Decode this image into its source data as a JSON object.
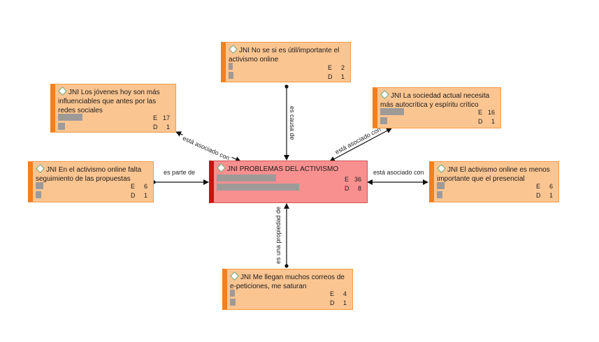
{
  "nodes": {
    "central": {
      "prefix": "JNI",
      "title": "PROBLEMAS DEL ACTIVISMO ONLINE",
      "e": "36",
      "d": "8",
      "e_fill": 0.72,
      "d_fill": 1.0
    },
    "top": {
      "prefix": "JNI",
      "title": "No se si es útil/importante el activismo online",
      "e": "2",
      "d": "1",
      "e_fill": 0.02,
      "d_fill": 0.06
    },
    "upper_left": {
      "prefix": "JNI",
      "title": "Los jóvenes hoy son más influenciables que antes por las redes sociales",
      "e": "17",
      "d": "1",
      "e_fill": 0.22,
      "d_fill": 0.06
    },
    "upper_right": {
      "prefix": "JNI",
      "title": "La sociedad actual necesita más autocrítica y espíritu crítico",
      "e": "16",
      "d": "1",
      "e_fill": 0.21,
      "d_fill": 0.06
    },
    "left": {
      "prefix": "JNI",
      "title": "En el activismo online falta seguimiento de las propuestas",
      "e": "6",
      "d": "1",
      "e_fill": 0.08,
      "d_fill": 0.06
    },
    "right": {
      "prefix": "JNI",
      "title": "El activismo online es menos importante que el presencial",
      "e": "6",
      "d": "1",
      "e_fill": 0.08,
      "d_fill": 0.06
    },
    "bottom": {
      "prefix": "JNI",
      "title": "Me llegan muchos correos de e-peticiones, me saturan",
      "e": "4",
      "d": "1",
      "e_fill": 0.05,
      "d_fill": 0.06
    }
  },
  "stat_labels": {
    "e": "E",
    "d": "D"
  },
  "relations": {
    "top_to_central": "es causa de",
    "upper_left_to_central": "está asociado con",
    "upper_right_to_central": "está asociado con",
    "left_to_central": "es parte de",
    "central_to_right": "está asociado con",
    "bottom_to_central": "es una propiedad de"
  },
  "colors": {
    "node_fill": "#fbc591",
    "node_accent": "#f37f1d",
    "central_fill": "#f99090",
    "central_accent": "#cc1111",
    "bar": "#9e9a98"
  }
}
